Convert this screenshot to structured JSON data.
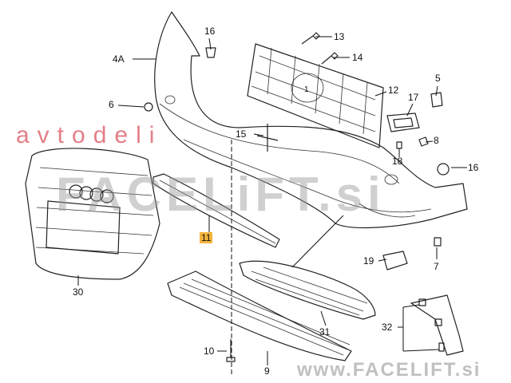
{
  "callouts": {
    "c16a": "16",
    "c13": "13",
    "c14": "14",
    "c4a": "4A",
    "c12": "12",
    "c5": "5",
    "c6": "6",
    "c17": "17",
    "c1": "1",
    "c15": "15",
    "c8": "8",
    "c18": "18",
    "c16b": "16",
    "c11": "11",
    "c30": "30",
    "c19": "19",
    "c7": "7",
    "c31": "31",
    "c32": "32",
    "c10": "10",
    "c9": "9"
  },
  "watermarks": {
    "main": "FACELiFT.si",
    "secondary": "avtodeli",
    "footer": "www.FACELIFT.si"
  },
  "colors": {
    "highlight": "#f4b43c",
    "watermark_red": "#d9535f",
    "watermark_gray": "#b5b5b5"
  }
}
